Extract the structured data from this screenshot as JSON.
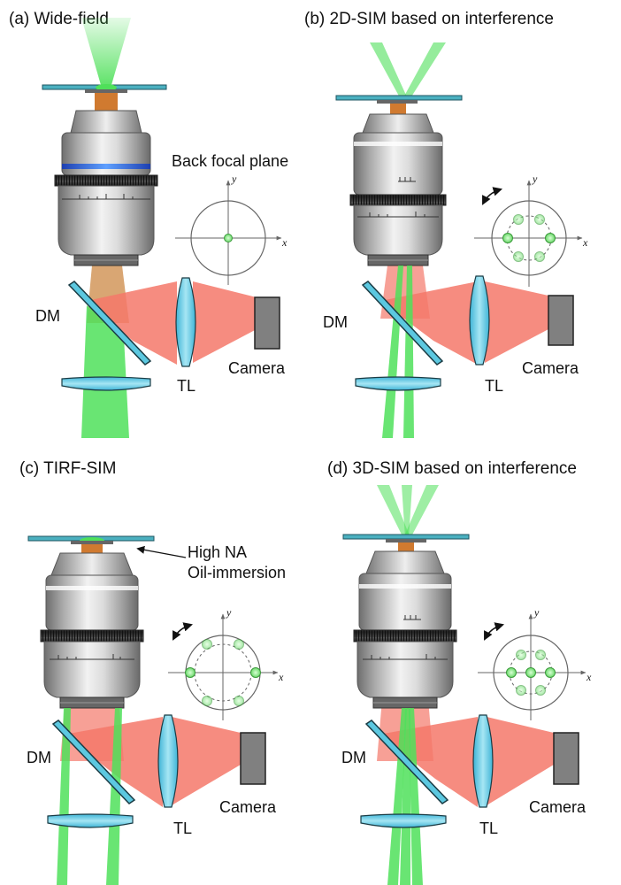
{
  "panels": [
    {
      "id": "a",
      "title": "(a) Wide-field",
      "bfp_label": "Back focal plane",
      "dm_label": "DM",
      "tl_label": "TL",
      "camera_label": "Camera",
      "axis_x": "x",
      "axis_y": "y"
    },
    {
      "id": "b",
      "title": "(b) 2D-SIM based on interference",
      "dm_label": "DM",
      "tl_label": "TL",
      "camera_label": "Camera",
      "axis_x": "x",
      "axis_y": "y"
    },
    {
      "id": "c",
      "title": "(c) TIRF-SIM",
      "annotation_line1": "High NA",
      "annotation_line2": "Oil-immersion",
      "dm_label": "DM",
      "tl_label": "TL",
      "camera_label": "Camera",
      "axis_x": "x",
      "axis_y": "y"
    },
    {
      "id": "d",
      "title": "(d) 3D-SIM based on interference",
      "dm_label": "DM",
      "tl_label": "TL",
      "camera_label": "Camera",
      "axis_x": "x",
      "axis_y": "y"
    }
  ],
  "colors": {
    "excitation_green": "#4fe05a",
    "emission_red": "#f4786a",
    "lens_cyan": "#5cc8e0",
    "camera_gray": "#808080",
    "immersion_orange": "#d07a30",
    "bfp_spot": "#7ee07a"
  }
}
